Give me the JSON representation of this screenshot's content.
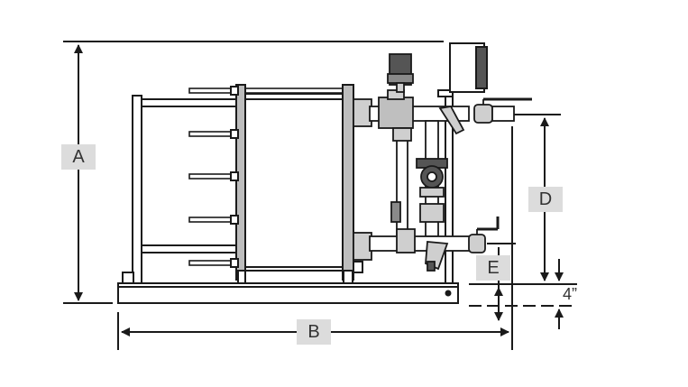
{
  "dimensions": {
    "a": "A",
    "b": "B",
    "d": "D",
    "e": "E",
    "clearance": "4”"
  },
  "colors": {
    "line": "#1a1a1a",
    "equipment_fill": "#ffffff",
    "component_fill": "#cfcfcf",
    "dark_component": "#555555",
    "label_box": "#dcdcdc"
  }
}
